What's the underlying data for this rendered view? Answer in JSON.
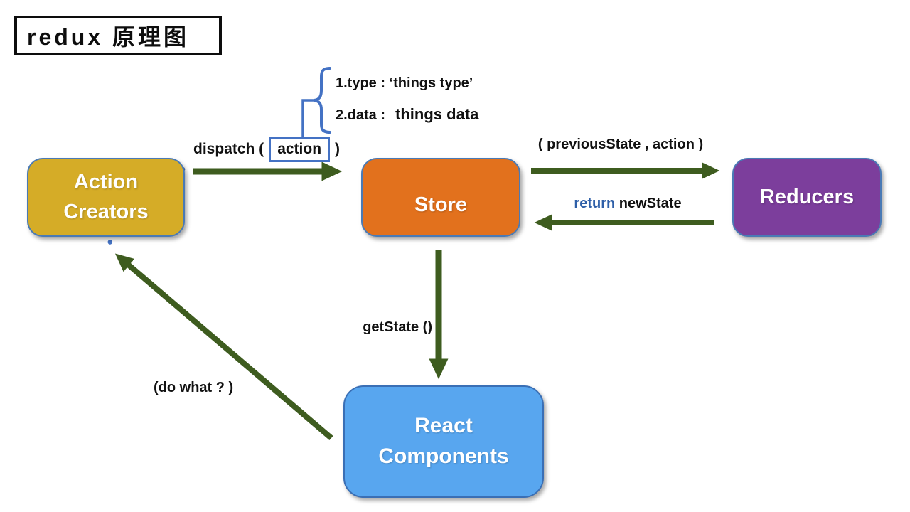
{
  "title": "redux 原理图",
  "colors": {
    "arrow_green": "#3e5c1f",
    "accent_blue": "#4472c4",
    "return_blue": "#2e5fa8",
    "action_creators_bg": "#d5ac27",
    "store_bg": "#e2711d",
    "reducers_bg": "#7c3e9c",
    "react_components_bg": "#58a6ef"
  },
  "annotation": {
    "line1": "1.type : ‘things type’",
    "line2_label": "2.data :",
    "line2_value": "things data"
  },
  "dispatch": {
    "prefix": "dispatch (",
    "action": "action",
    "suffix": ")"
  },
  "labels": {
    "previous_state": "( previousState , action )",
    "return_keyword": "return",
    "return_value": " newState",
    "get_state": "getState ()",
    "do_what": "(do what ? )"
  },
  "nodes": {
    "action_creators_line1": "Action",
    "action_creators_line2": "Creators",
    "store": "Store",
    "reducers": "Reducers",
    "react_line1": "React",
    "react_line2": "Components"
  }
}
